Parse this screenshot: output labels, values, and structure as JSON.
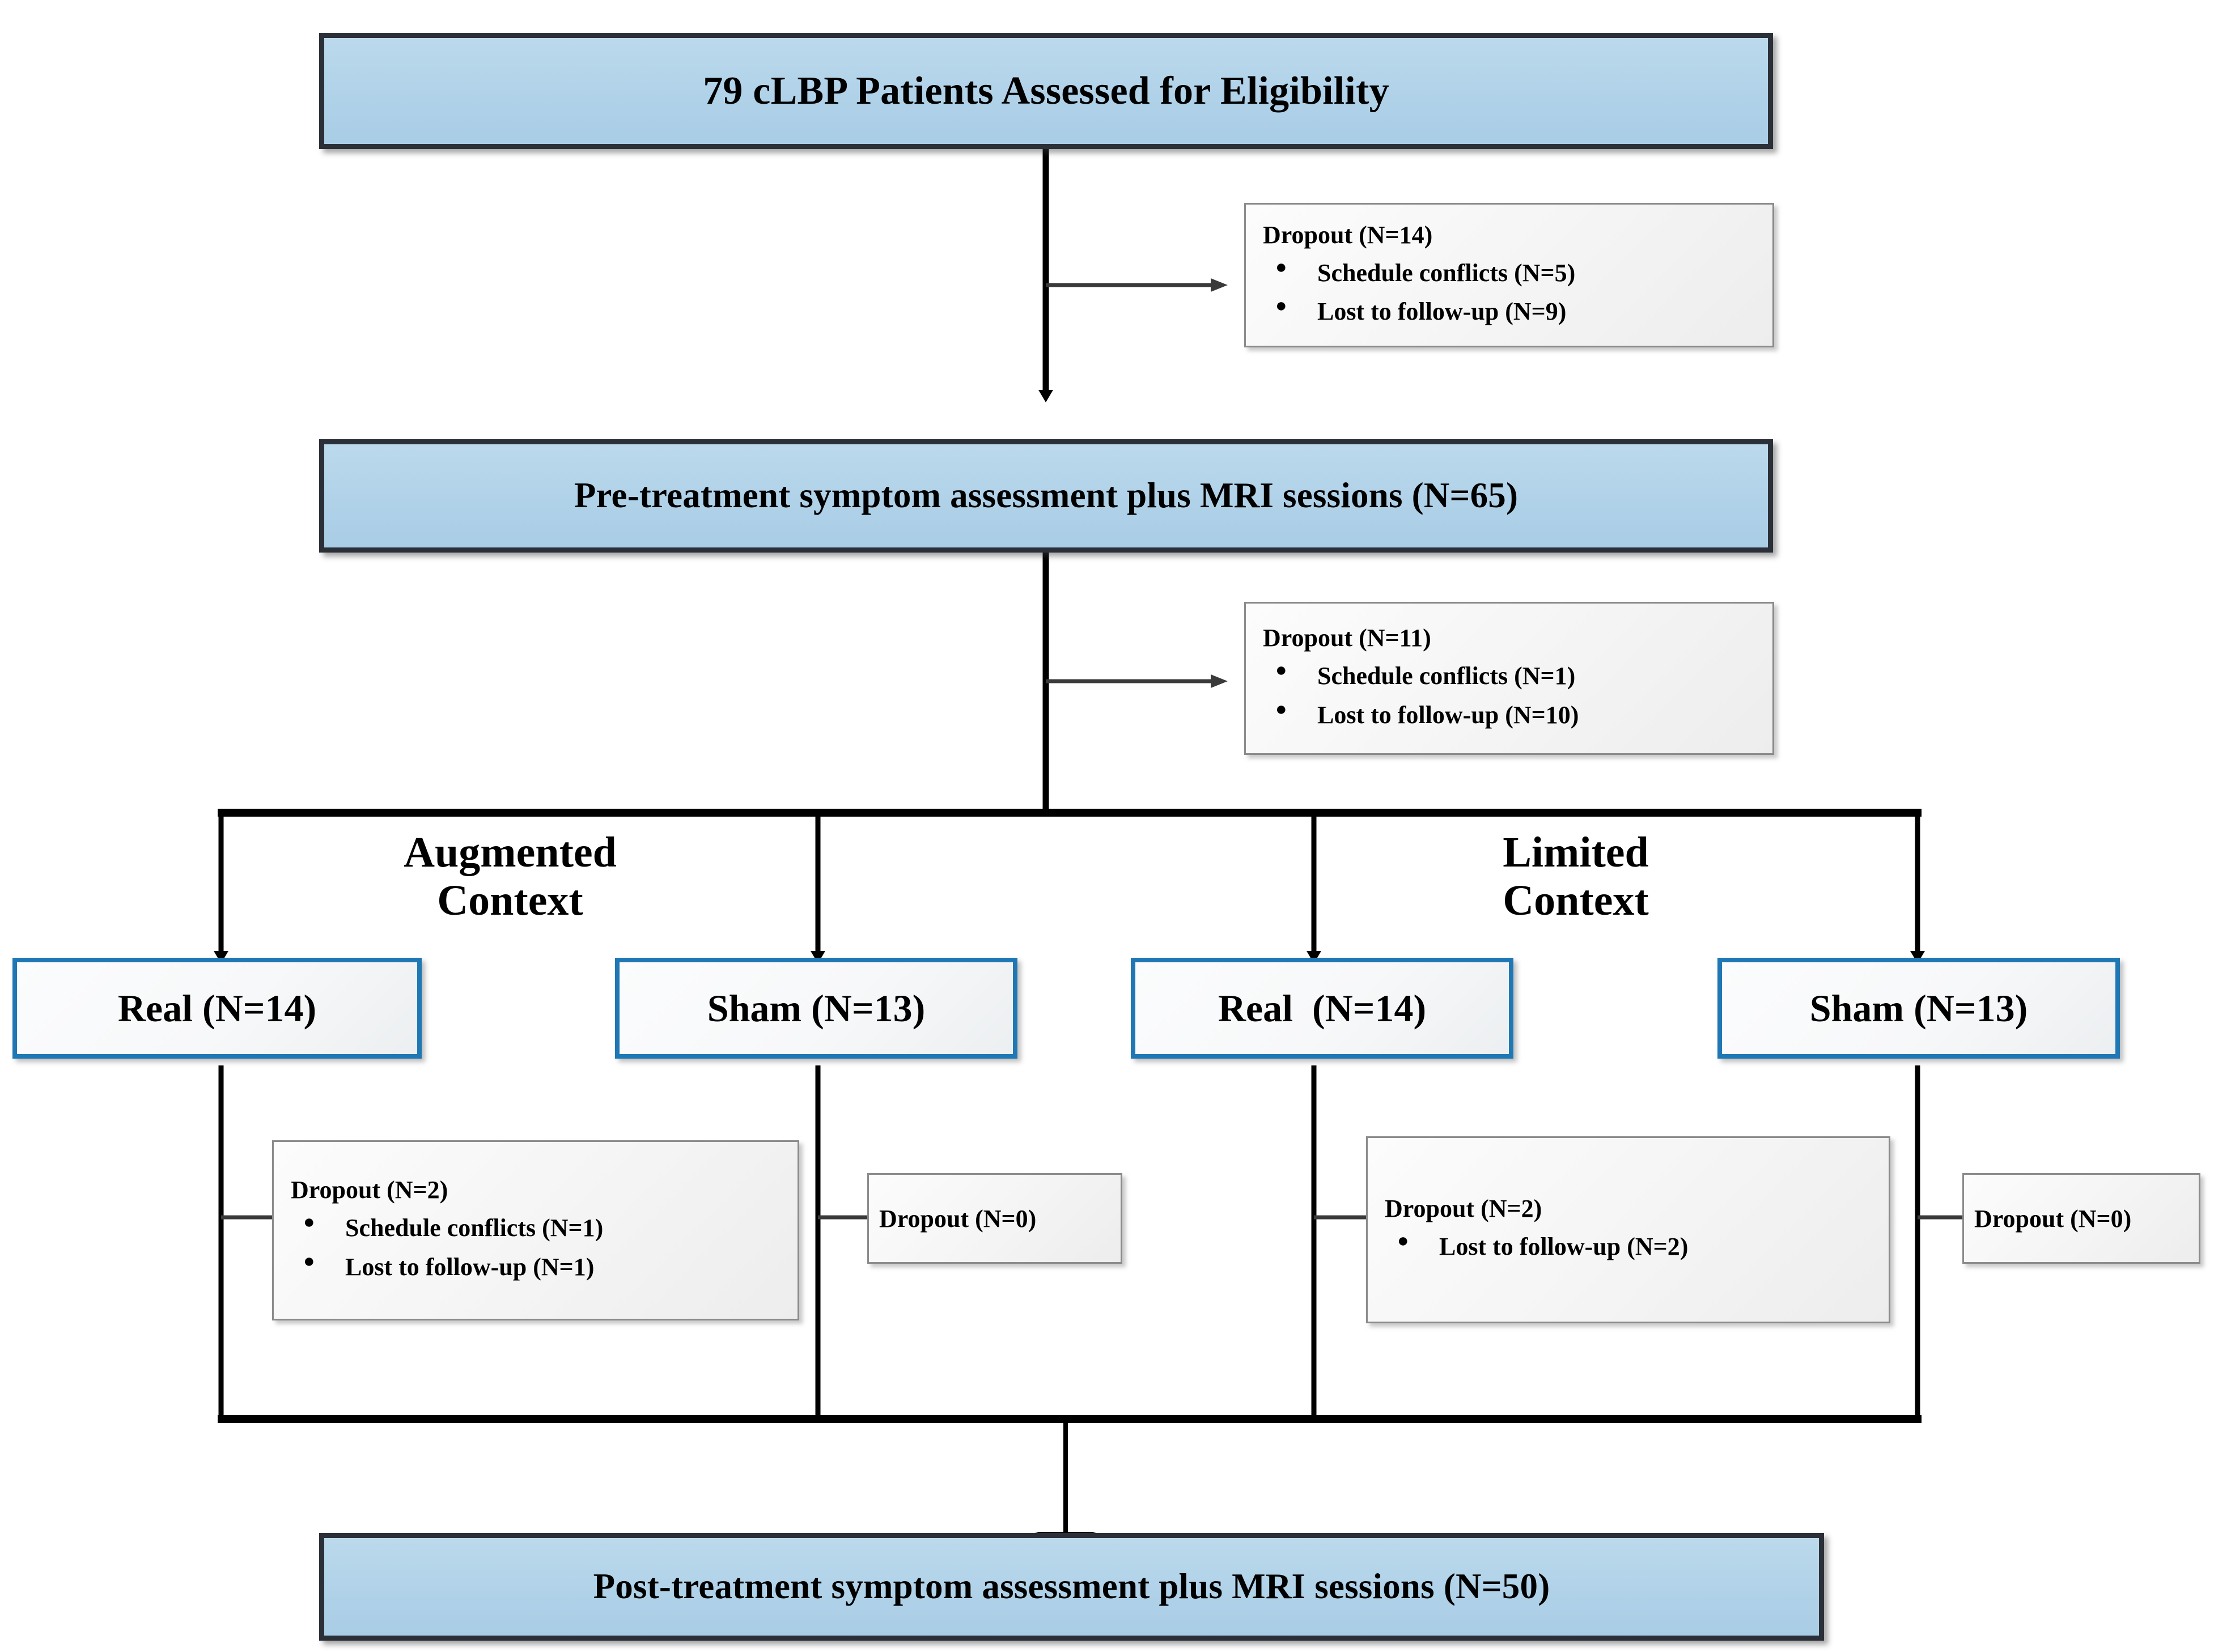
{
  "diagram": {
    "title": "CONSORT-style participant flow diagram",
    "colors": {
      "primary_box_fill": "#b2d3e9",
      "primary_box_border": "#2b3038",
      "arm_box_border": "#1f78b4",
      "arm_box_fill": "#f7f8f9",
      "dropout_box_fill": "#f5f5f5",
      "dropout_box_border": "#8b8b8b",
      "connector": "#000000",
      "text": "#000000"
    },
    "nodes": {
      "assessed": {
        "label": "79 cLBP Patients Assessed for Eligibility"
      },
      "pre_treatment": {
        "label": "Pre-treatment symptom assessment plus MRI sessions (N=65)"
      },
      "post_treatment": {
        "label": "Post-treatment symptom assessment plus MRI sessions (N=50)"
      }
    },
    "dropouts": {
      "after_screening": {
        "title": "Dropout (N=14)",
        "reasons": [
          "Schedule conflicts (N=5)",
          "Lost to follow-up (N=9)"
        ]
      },
      "after_pre_treatment": {
        "title": "Dropout (N=11)",
        "reasons": [
          "Schedule conflicts (N=1)",
          "Lost to follow-up (N=10)"
        ]
      },
      "augmented_real": {
        "title": "Dropout (N=2)",
        "reasons": [
          "Schedule conflicts (N=1)",
          "Lost to follow-up (N=1)"
        ]
      },
      "augmented_sham": {
        "title": "Dropout (N=0)",
        "reasons": []
      },
      "limited_real": {
        "title": "Dropout (N=2)",
        "reasons": [
          "Lost to follow-up (N=2)"
        ]
      },
      "limited_sham": {
        "title": "Dropout (N=0)",
        "reasons": []
      }
    },
    "groups": [
      {
        "name": "augmented",
        "label": "Augmented\nContext"
      },
      {
        "name": "limited",
        "label": "Limited\nContext"
      }
    ],
    "arms": [
      {
        "name": "augmented-real",
        "label": "Real (N=14)"
      },
      {
        "name": "augmented-sham",
        "label": "Sham (N=13)"
      },
      {
        "name": "limited-real",
        "label": "Real  (N=14)"
      },
      {
        "name": "limited-sham",
        "label": "Sham (N=13)"
      }
    ]
  }
}
